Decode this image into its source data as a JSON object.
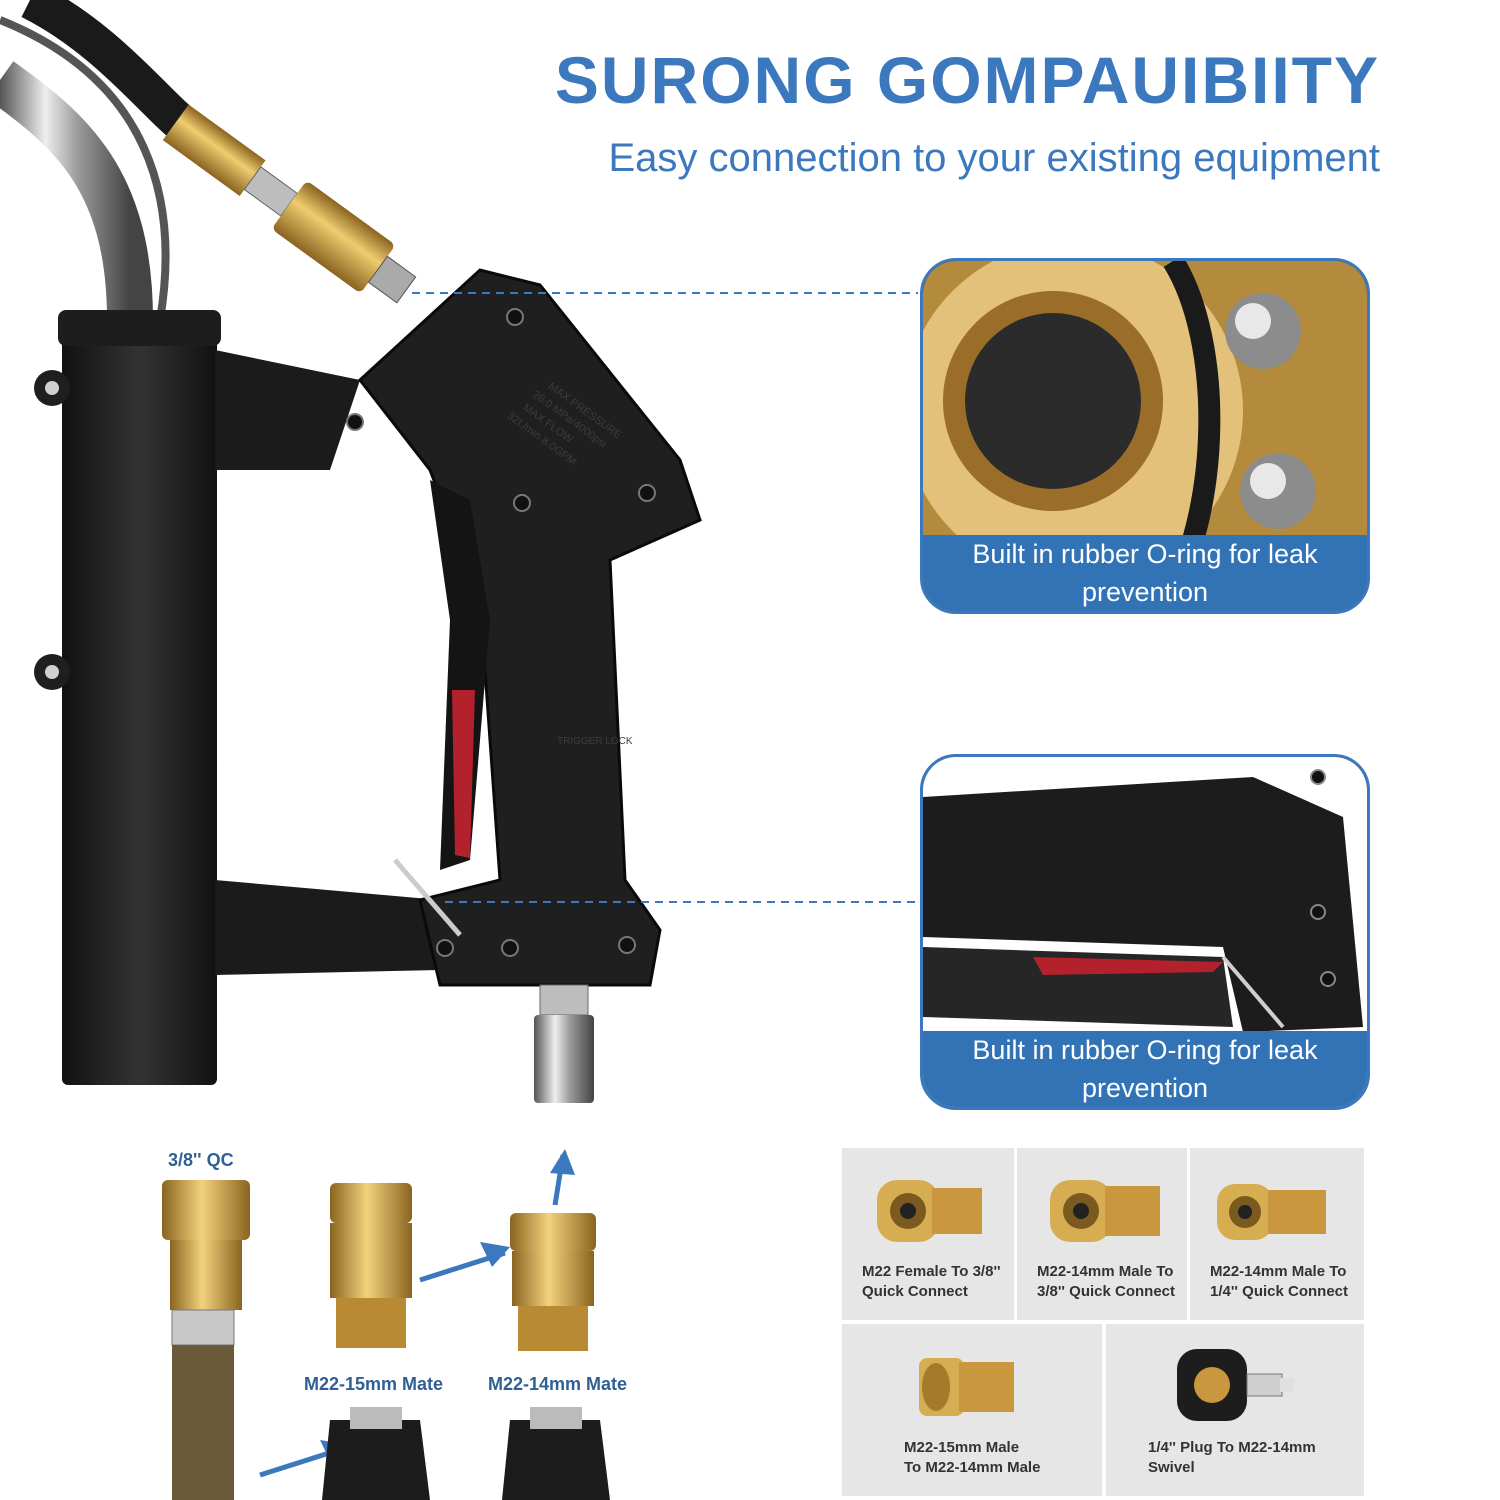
{
  "header": {
    "title": "SURONG GOMPAUIBIITY",
    "subtitle": "Easy connection to your existing equipment"
  },
  "callouts": [
    {
      "caption_line1": "Built in rubber O-ring for leak",
      "caption_line2": "prevention"
    },
    {
      "caption_line1": "Built in rubber O-ring for leak",
      "caption_line2": "prevention"
    }
  ],
  "gun_markings": {
    "pressure_1": "MAX PRESSURE",
    "pressure_2": "28.0 MPa/4000psi",
    "flow_1": "MAX FLOW",
    "flow_2": "32L/min 8.0GPM",
    "trigger_lock": "TRIGGER LOCK"
  },
  "fittings": {
    "qc_label": "3/8'' QC",
    "m15_label": "M22-15mm Mate",
    "m14_label": "M22-14mm Mate"
  },
  "adapters": [
    {
      "line1": "M22 Female To 3/8''",
      "line2": "Quick Connect"
    },
    {
      "line1": "M22-14mm Male To",
      "line2": "3/8'' Quick Connect"
    },
    {
      "line1": "M22-14mm Male To",
      "line2": "1/4'' Quick Connect"
    },
    {
      "line1": "M22-15mm Male",
      "line2": "To M22-14mm Male"
    },
    {
      "line1": "1/4'' Plug To M22-14mm",
      "line2": "Swivel"
    }
  ],
  "colors": {
    "accent_blue": "#3b78bd",
    "caption_blue": "#3273b6",
    "brass": "#c99a3a",
    "trigger_red": "#b3212c"
  }
}
